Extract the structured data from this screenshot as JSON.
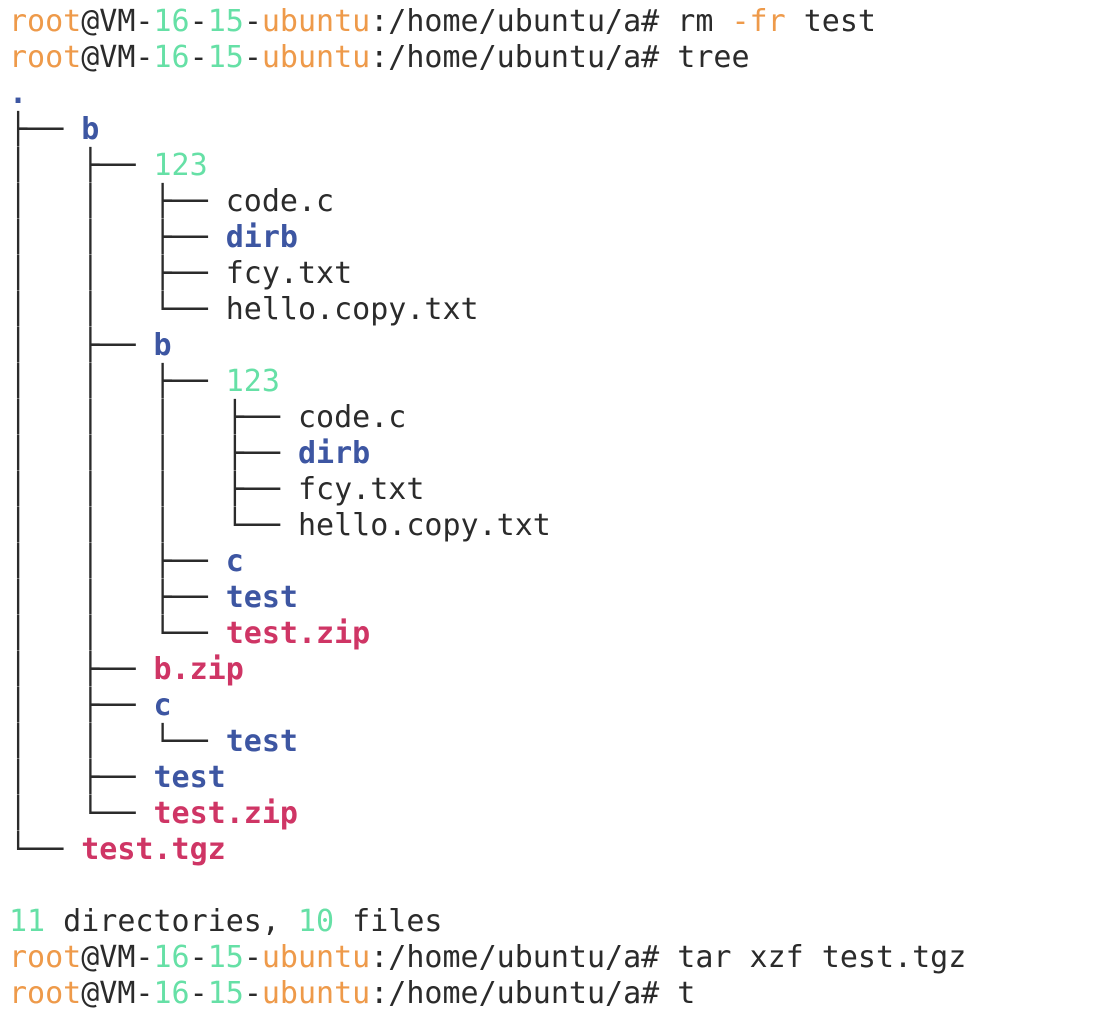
{
  "colors": {
    "prompt_user": "#ee9a4a",
    "prompt_numbers": "#66e0a6",
    "text": "#2b2b2b",
    "directory": "#3d56a2",
    "archive": "#cf3565",
    "highlight_dir": "#66e0a6"
  },
  "lines": [
    {
      "segments": [
        {
          "t": "root",
          "c": "orange"
        },
        {
          "t": "@VM-",
          "c": "text"
        },
        {
          "t": "16",
          "c": "green"
        },
        {
          "t": "-",
          "c": "text"
        },
        {
          "t": "15",
          "c": "green"
        },
        {
          "t": "-",
          "c": "text"
        },
        {
          "t": "ubuntu",
          "c": "orange"
        },
        {
          "t": ":/home/ubuntu/a# rm ",
          "c": "text"
        },
        {
          "t": "-fr",
          "c": "orange"
        },
        {
          "t": " test",
          "c": "text"
        }
      ]
    },
    {
      "segments": [
        {
          "t": "root",
          "c": "orange"
        },
        {
          "t": "@VM-",
          "c": "text"
        },
        {
          "t": "16",
          "c": "green"
        },
        {
          "t": "-",
          "c": "text"
        },
        {
          "t": "15",
          "c": "green"
        },
        {
          "t": "-",
          "c": "text"
        },
        {
          "t": "ubuntu",
          "c": "orange"
        },
        {
          "t": ":/home/ubuntu/a# tree",
          "c": "text"
        }
      ]
    },
    {
      "segments": [
        {
          "t": ".",
          "c": "blue"
        }
      ]
    },
    {
      "segments": [
        {
          "t": "├── ",
          "c": "tree"
        },
        {
          "t": "b",
          "c": "blue"
        }
      ]
    },
    {
      "segments": [
        {
          "t": "│   ├── ",
          "c": "tree"
        },
        {
          "t": "123",
          "c": "green"
        }
      ]
    },
    {
      "segments": [
        {
          "t": "│   │   ├── ",
          "c": "tree"
        },
        {
          "t": "code.c",
          "c": "text"
        }
      ]
    },
    {
      "segments": [
        {
          "t": "│   │   ├── ",
          "c": "tree"
        },
        {
          "t": "dirb",
          "c": "blue"
        }
      ]
    },
    {
      "segments": [
        {
          "t": "│   │   ├── ",
          "c": "tree"
        },
        {
          "t": "fcy.txt",
          "c": "text"
        }
      ]
    },
    {
      "segments": [
        {
          "t": "│   │   └── ",
          "c": "tree"
        },
        {
          "t": "hello.copy.txt",
          "c": "text"
        }
      ]
    },
    {
      "segments": [
        {
          "t": "│   ├── ",
          "c": "tree"
        },
        {
          "t": "b",
          "c": "blue"
        }
      ]
    },
    {
      "segments": [
        {
          "t": "│   │   ├── ",
          "c": "tree"
        },
        {
          "t": "123",
          "c": "green"
        }
      ]
    },
    {
      "segments": [
        {
          "t": "│   │   │   ├── ",
          "c": "tree"
        },
        {
          "t": "code.c",
          "c": "text"
        }
      ]
    },
    {
      "segments": [
        {
          "t": "│   │   │   ├── ",
          "c": "tree"
        },
        {
          "t": "dirb",
          "c": "blue"
        }
      ]
    },
    {
      "segments": [
        {
          "t": "│   │   │   ├── ",
          "c": "tree"
        },
        {
          "t": "fcy.txt",
          "c": "text"
        }
      ]
    },
    {
      "segments": [
        {
          "t": "│   │   │   └── ",
          "c": "tree"
        },
        {
          "t": "hello.copy.txt",
          "c": "text"
        }
      ]
    },
    {
      "segments": [
        {
          "t": "│   │   ├── ",
          "c": "tree"
        },
        {
          "t": "c",
          "c": "blue"
        }
      ]
    },
    {
      "segments": [
        {
          "t": "│   │   ├── ",
          "c": "tree"
        },
        {
          "t": "test",
          "c": "blue"
        }
      ]
    },
    {
      "segments": [
        {
          "t": "│   │   └── ",
          "c": "tree"
        },
        {
          "t": "test.zip",
          "c": "red"
        }
      ]
    },
    {
      "segments": [
        {
          "t": "│   ├── ",
          "c": "tree"
        },
        {
          "t": "b.zip",
          "c": "red"
        }
      ]
    },
    {
      "segments": [
        {
          "t": "│   ├── ",
          "c": "tree"
        },
        {
          "t": "c",
          "c": "blue"
        }
      ]
    },
    {
      "segments": [
        {
          "t": "│   │   └── ",
          "c": "tree"
        },
        {
          "t": "test",
          "c": "blue"
        }
      ]
    },
    {
      "segments": [
        {
          "t": "│   ├── ",
          "c": "tree"
        },
        {
          "t": "test",
          "c": "blue"
        }
      ]
    },
    {
      "segments": [
        {
          "t": "│   └── ",
          "c": "tree"
        },
        {
          "t": "test.zip",
          "c": "red"
        }
      ]
    },
    {
      "segments": [
        {
          "t": "└── ",
          "c": "tree"
        },
        {
          "t": "test.tgz",
          "c": "red"
        }
      ]
    },
    {
      "segments": []
    },
    {
      "segments": [
        {
          "t": "11",
          "c": "green"
        },
        {
          "t": " directories, ",
          "c": "text"
        },
        {
          "t": "10",
          "c": "green"
        },
        {
          "t": " files",
          "c": "text"
        }
      ]
    },
    {
      "segments": [
        {
          "t": "root",
          "c": "orange"
        },
        {
          "t": "@VM-",
          "c": "text"
        },
        {
          "t": "16",
          "c": "green"
        },
        {
          "t": "-",
          "c": "text"
        },
        {
          "t": "15",
          "c": "green"
        },
        {
          "t": "-",
          "c": "text"
        },
        {
          "t": "ubuntu",
          "c": "orange"
        },
        {
          "t": ":/home/ubuntu/a# tar xzf test.tgz",
          "c": "text"
        }
      ]
    },
    {
      "segments": [
        {
          "t": "root",
          "c": "orange"
        },
        {
          "t": "@VM-",
          "c": "text"
        },
        {
          "t": "16",
          "c": "green"
        },
        {
          "t": "-",
          "c": "text"
        },
        {
          "t": "15",
          "c": "green"
        },
        {
          "t": "-",
          "c": "text"
        },
        {
          "t": "ubuntu",
          "c": "orange"
        },
        {
          "t": ":/home/ubuntu/a# t",
          "c": "text"
        }
      ]
    }
  ]
}
